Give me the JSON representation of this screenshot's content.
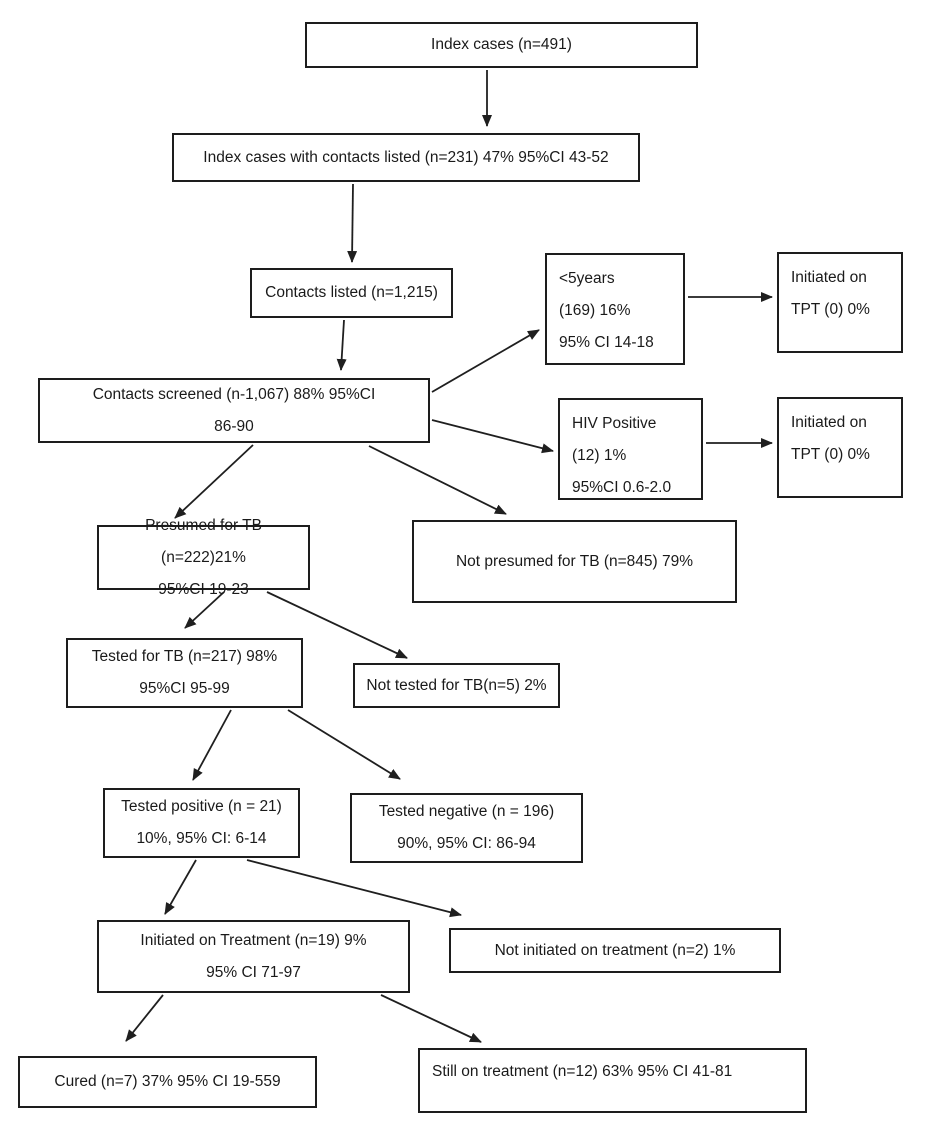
{
  "diagram": {
    "type": "flowchart",
    "topic": "TB contact investigation cascade",
    "colors": {
      "background": "#ffffff",
      "box_border": "#1d1d1d",
      "text": "#1a1a1a",
      "arrow": "#1f1f1f"
    },
    "nodes": {
      "index_cases": {
        "text": "Index cases (n=491)"
      },
      "index_cases_with_contacts": {
        "text": "Index cases with contacts listed (n=231) 47% 95%CI 43-52"
      },
      "contacts_listed": {
        "text": "Contacts listed (n=1,215)"
      },
      "under_5years": {
        "text": "<5years\n(169) 16%\n95% CI 14-18"
      },
      "initiated_tpt_under5": {
        "text": "Initiated on\nTPT (0) 0%"
      },
      "contacts_screened": {
        "text": "Contacts screened (n-1,067) 88% 95%CI\n86-90"
      },
      "hiv_positive": {
        "text": "HIV Positive\n(12) 1%\n95%CI 0.6-2.0"
      },
      "initiated_tpt_hiv": {
        "text": "Initiated on\nTPT (0) 0%"
      },
      "presumed_tb": {
        "text": "Presumed for TB (n=222)21%\n95%CI 19-23"
      },
      "not_presumed_tb": {
        "text": "Not presumed for TB (n=845) 79%"
      },
      "tested_tb": {
        "text": "Tested for TB (n=217) 98%\n95%CI 95-99"
      },
      "not_tested_tb": {
        "text": "Not tested for TB(n=5) 2%"
      },
      "tested_positive": {
        "text": "Tested positive (n = 21)\n10%, 95% CI: 6-14"
      },
      "tested_negative": {
        "text": "Tested negative (n = 196)\n90%, 95% CI: 86-94"
      },
      "initiated_treatment": {
        "text": "Initiated on Treatment (n=19) 9%\n95% CI 71-97"
      },
      "not_initiated_treatment": {
        "text": "Not initiated on treatment (n=2) 1%"
      },
      "cured": {
        "text": "Cured (n=7) 37% 95% CI 19-559"
      },
      "still_on_treatment": {
        "text": "Still on treatment (n=12) 63% 95% CI 41-81"
      }
    },
    "edges": [
      {
        "from": "index_cases",
        "to": "index_cases_with_contacts"
      },
      {
        "from": "index_cases_with_contacts",
        "to": "contacts_listed"
      },
      {
        "from": "contacts_listed",
        "to": "contacts_screened"
      },
      {
        "from": "contacts_screened",
        "to": "under_5years"
      },
      {
        "from": "under_5years",
        "to": "initiated_tpt_under5"
      },
      {
        "from": "contacts_screened",
        "to": "hiv_positive"
      },
      {
        "from": "hiv_positive",
        "to": "initiated_tpt_hiv"
      },
      {
        "from": "contacts_screened",
        "to": "presumed_tb"
      },
      {
        "from": "contacts_screened",
        "to": "not_presumed_tb"
      },
      {
        "from": "presumed_tb",
        "to": "tested_tb"
      },
      {
        "from": "presumed_tb",
        "to": "not_tested_tb"
      },
      {
        "from": "tested_tb",
        "to": "tested_positive"
      },
      {
        "from": "tested_tb",
        "to": "tested_negative"
      },
      {
        "from": "tested_positive",
        "to": "initiated_treatment"
      },
      {
        "from": "tested_positive",
        "to": "not_initiated_treatment"
      },
      {
        "from": "initiated_treatment",
        "to": "cured"
      },
      {
        "from": "initiated_treatment",
        "to": "still_on_treatment"
      }
    ]
  }
}
